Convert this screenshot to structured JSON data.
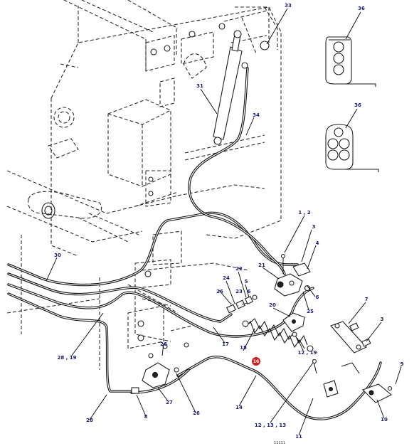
{
  "callouts": {
    "c33": "33",
    "c36a": "36",
    "c36b": "36",
    "c31": "31",
    "c34": "34",
    "c30": "30",
    "c1_2": "1 , 2",
    "c3a": "3",
    "c4": "4",
    "c21": "21",
    "c22": "22",
    "c24": "24",
    "c5": "5",
    "c6a": "6",
    "c26a": "26",
    "c23a": "23",
    "c6b": "6",
    "c25": "25",
    "c20": "20",
    "c7": "7",
    "c3b": "3",
    "c17": "17",
    "c12_19": "12 , 19",
    "c18": "18",
    "c16": "16",
    "c26b": "26",
    "c28_19": "28 , 19",
    "c9": "9",
    "c27": "27",
    "c28": "28",
    "c8": "8",
    "c26c": "26",
    "c14": "14",
    "c12_13_12": "12 , 13 , 13",
    "c11": "11",
    "c10": "10"
  },
  "figure_id": "11111",
  "colors": {
    "callout_text": "#1a1a7a",
    "highlight": "#cc1f1f",
    "line": "#1e1e1e"
  }
}
